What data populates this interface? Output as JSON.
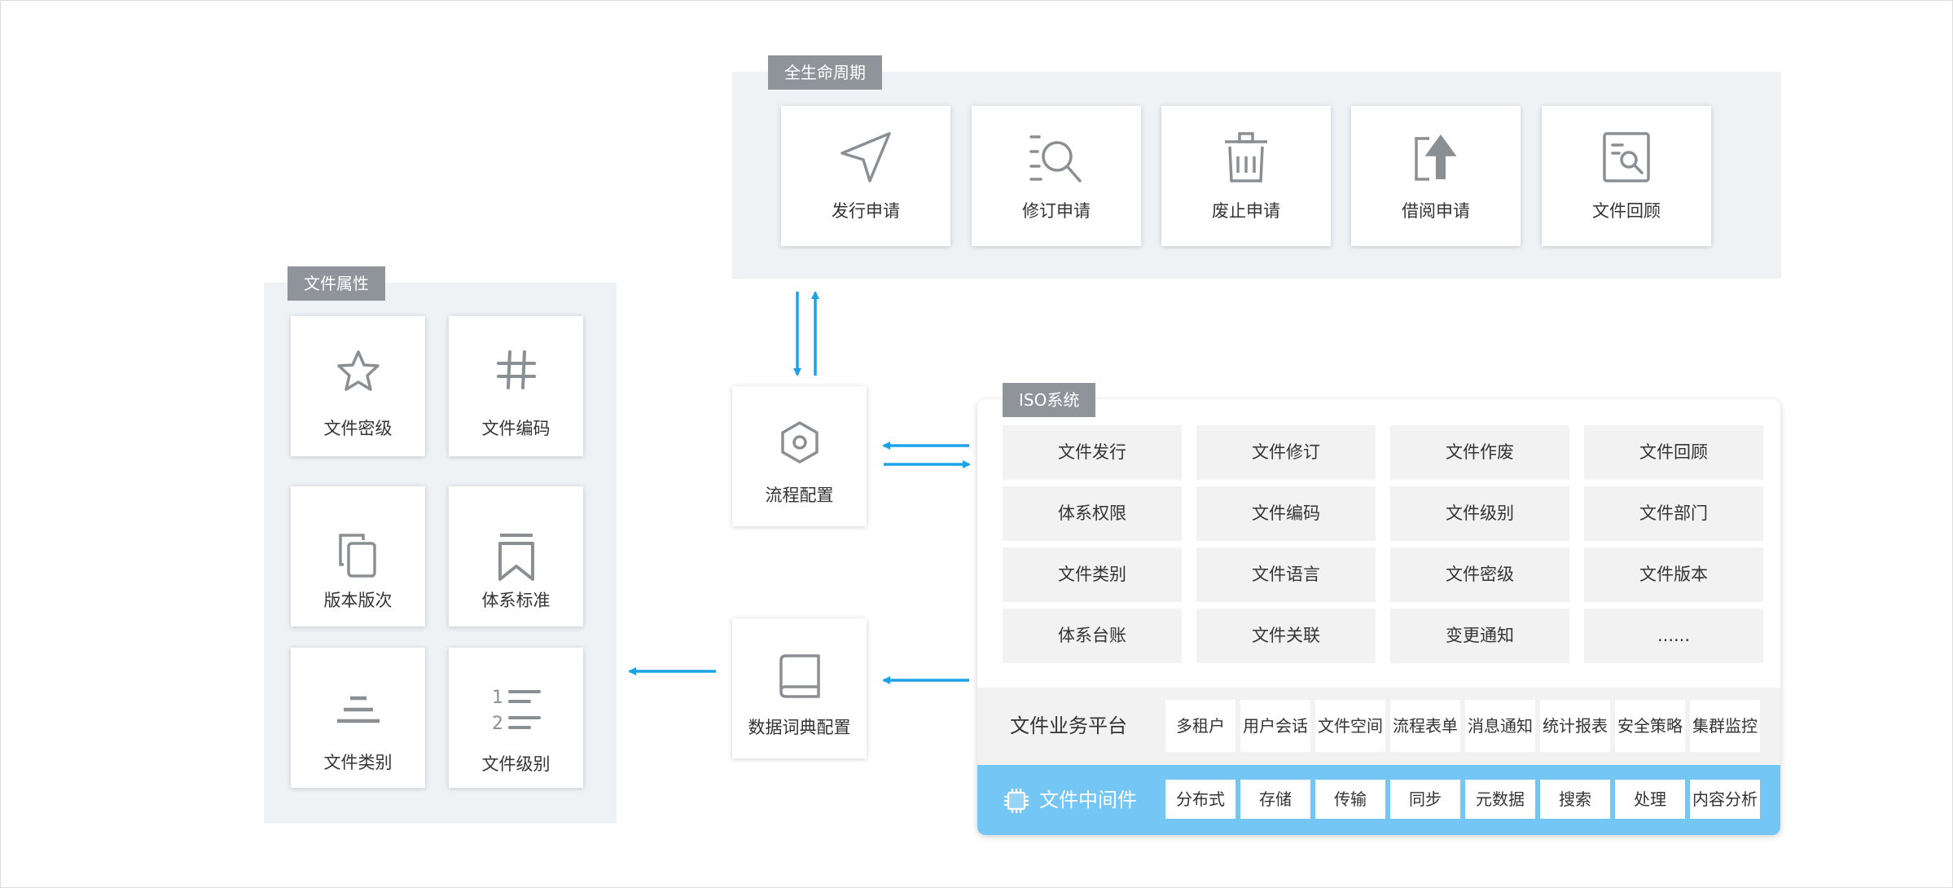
{
  "lifecycle": {
    "tag": "全生命周期",
    "items": [
      {
        "label": "发行申请",
        "icon": "send-icon"
      },
      {
        "label": "修订申请",
        "icon": "search-list-icon"
      },
      {
        "label": "废止申请",
        "icon": "trash-icon"
      },
      {
        "label": "借阅申请",
        "icon": "upload-icon"
      },
      {
        "label": "文件回顾",
        "icon": "doc-search-icon"
      }
    ]
  },
  "attributes": {
    "tag": "文件属性",
    "items": [
      {
        "label": "文件密级",
        "icon": "star-icon"
      },
      {
        "label": "文件编码",
        "icon": "hash-icon"
      },
      {
        "label": "版本版次",
        "icon": "copy-icon"
      },
      {
        "label": "体系标准",
        "icon": "bookmark-icon"
      },
      {
        "label": "文件类别",
        "icon": "stack-icon"
      },
      {
        "label": "文件级别",
        "icon": "numbered-list-icon"
      }
    ]
  },
  "process_config": {
    "label": "流程配置",
    "icon": "hexagon-icon"
  },
  "dict_config": {
    "label": "数据词典配置",
    "icon": "book-icon"
  },
  "iso": {
    "tag": "ISO系统",
    "grid": [
      [
        "文件发行",
        "文件修订",
        "文件作废",
        "文件回顾"
      ],
      [
        "体系权限",
        "文件编码",
        "文件级别",
        "文件部门"
      ],
      [
        "文件类别",
        "文件语言",
        "文件密级",
        "文件版本"
      ],
      [
        "体系台账",
        "文件关联",
        "变更通知",
        "......"
      ]
    ],
    "platform": {
      "title": "文件业务平台",
      "items": [
        "多租户",
        "用户会话",
        "文件空间",
        "流程表单",
        "消息通知",
        "统计报表",
        "安全策略",
        "集群监控"
      ]
    },
    "middleware": {
      "title": "文件中间件",
      "icon": "chip-icon",
      "items": [
        "分布式",
        "存储",
        "传输",
        "同步",
        "元数据",
        "搜索",
        "处理",
        "内容分析"
      ]
    }
  },
  "colors": {
    "arrow": "#1aa3e8",
    "panel": "#eef2f5",
    "tag": "#8e9499",
    "middleware": "#74c7f5",
    "icon": "#8a8f94"
  }
}
